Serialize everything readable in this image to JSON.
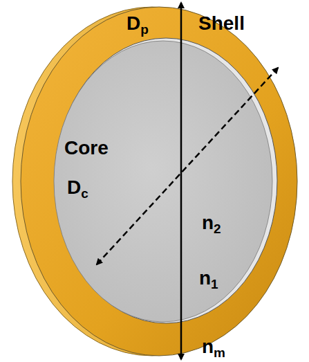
{
  "diagram": {
    "nodes": [
      {
        "text": [
          "Shell",
          "n1"
        ]
      },
      {
        "text": [
          "Core",
          "n2"
        ],
        "in": 0
      }
    ],
    "labels": [
      "Dp",
      "Dc",
      "nm"
    ]
  }
}
